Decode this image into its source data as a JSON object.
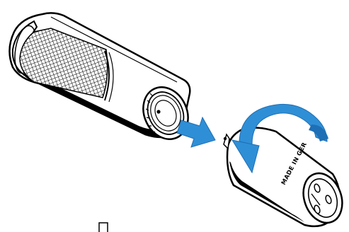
{
  "diagram": {
    "description_free": true,
    "adapter_engraving": "MADE IN GER",
    "colors": {
      "outline": "#000000",
      "body_fill": "#ffffff",
      "arrow_fill": "#2f8fd6",
      "arrow_fill_dark": "#1e6fb5",
      "mesh_line": "#000000",
      "cutout_fill": "#000000"
    },
    "icons": {
      "insert_arrow": "arrow-right-down",
      "rotation_arrow": "rotate-clockwise-arrow",
      "page_marker": "small-square"
    }
  }
}
